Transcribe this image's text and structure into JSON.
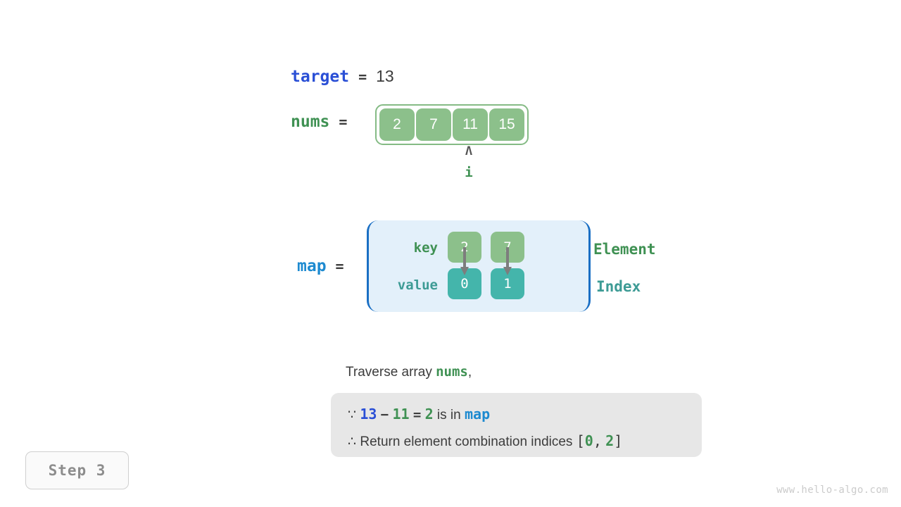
{
  "target": {
    "name": "target",
    "equals": "=",
    "value": "13"
  },
  "nums": {
    "name": "nums",
    "equals": "=",
    "cells": [
      "2",
      "7",
      "11",
      "15"
    ],
    "pointer": {
      "caret": "Λ",
      "label": "i",
      "index": 2
    }
  },
  "map": {
    "name": "map",
    "equals": "=",
    "row_labels": {
      "key": "key",
      "value": "value"
    },
    "entries": [
      {
        "key": "2",
        "value": "0"
      },
      {
        "key": "7",
        "value": "1"
      }
    ],
    "legend": {
      "element": "Element",
      "index": "Index"
    }
  },
  "description": {
    "prefix": "Traverse array ",
    "highlight": "nums",
    "suffix": ","
  },
  "callout": {
    "line1": {
      "because": "∵",
      "a": "13",
      "minus": "−",
      "b": "11",
      "equals": "=",
      "result": "2",
      "text": "is in",
      "map_name": "map"
    },
    "line2": {
      "therefore": "∴",
      "text": "Return element combination indices",
      "bracket_open": "[",
      "i0": "0",
      "comma": ",",
      "i1": "2",
      "bracket_close": "]"
    }
  },
  "step_badge": "Step 3",
  "watermark": "www.hello-algo.com",
  "colors": {
    "green": "#3f9153",
    "green_fill": "#8cc08b",
    "teal": "#3d9b95",
    "teal_fill": "#44b5ab",
    "blue_indigo": "#2a4fd6",
    "blue_bright": "#1d8ad0",
    "blue_border": "#1a6fc4",
    "map_bg": "#e3f0fa",
    "callout_bg": "#e7e7e7",
    "text": "#3c3c3c",
    "arrow_gray": "#7d7d7d",
    "watermark": "#cbcbcb"
  }
}
